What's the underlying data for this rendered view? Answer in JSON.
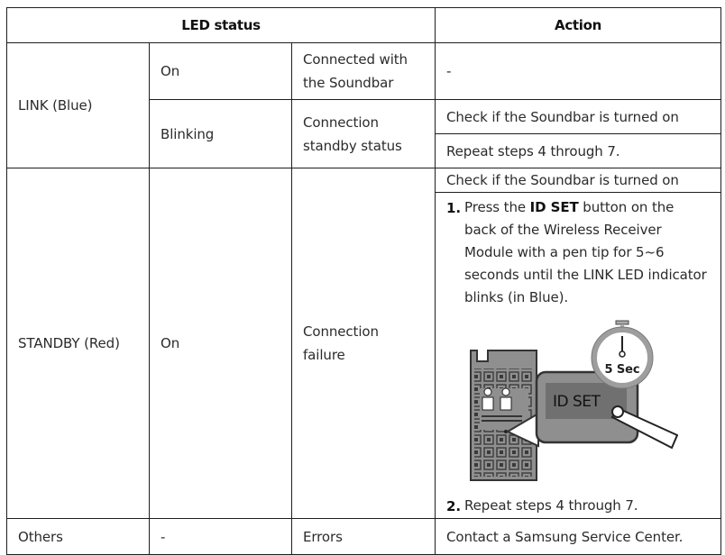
{
  "headers": {
    "led_status": "LED status",
    "action": "Action"
  },
  "rows": {
    "link": {
      "label": "LINK (Blue)",
      "on": {
        "state": "On",
        "meaning": "Connected with the Soundbar",
        "action": "-"
      },
      "blinking": {
        "state": "Blinking",
        "meaning": "Connection standby status",
        "action_1": "Check if the Soundbar is turned on",
        "action_2": "Repeat steps 4 through 7."
      }
    },
    "standby": {
      "label": "STANDBY (Red)",
      "state": "On",
      "meaning": "Connection failure",
      "action_check": "Check if the Soundbar is turned on",
      "step1": {
        "number": "1.",
        "prefix": "Press the ",
        "bold": "ID SET",
        "suffix": " button on the back of the Wireless Receiver Module with a pen tip for 5~6 seconds until the LINK LED indicator blinks (in Blue)."
      },
      "illustration": {
        "timer_label": "5 Sec",
        "button_label": "ID SET"
      },
      "step2": {
        "number": "2.",
        "text": "Repeat steps 4 through 7."
      }
    },
    "others": {
      "label": "Others",
      "state": "-",
      "meaning": "Errors",
      "action": "Contact a Samsung Service Center."
    }
  }
}
